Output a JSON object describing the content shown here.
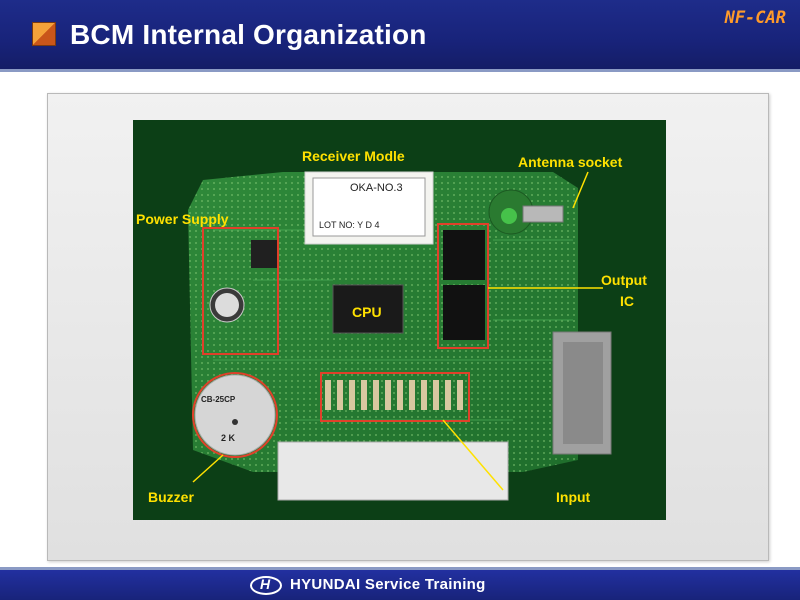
{
  "header": {
    "title": "BCM Internal Organization",
    "brand": "NF-CAR"
  },
  "photo": {
    "labels": {
      "receiver_module": "Receiver Modle",
      "antenna_socket": "Antenna socket",
      "power_supply": "Power Supply",
      "output_ic_line1": "Output",
      "output_ic_line2": "IC",
      "cpu": "CPU",
      "buzzer": "Buzzer",
      "input": "Input"
    },
    "component_text": {
      "receiver_line1": "OKA-NO.3",
      "receiver_line2": "LOT NO:  Y  D  4",
      "buzzer_line1": "CB-25CP",
      "buzzer_line2": "2    K"
    }
  },
  "footer": {
    "brand": "HYUNDAI Service Training"
  },
  "colors": {
    "header_bg": "#18237a",
    "brand_orange": "#ff9a2a",
    "label_yellow": "#ffe100",
    "highlight_red": "#e0402a"
  }
}
